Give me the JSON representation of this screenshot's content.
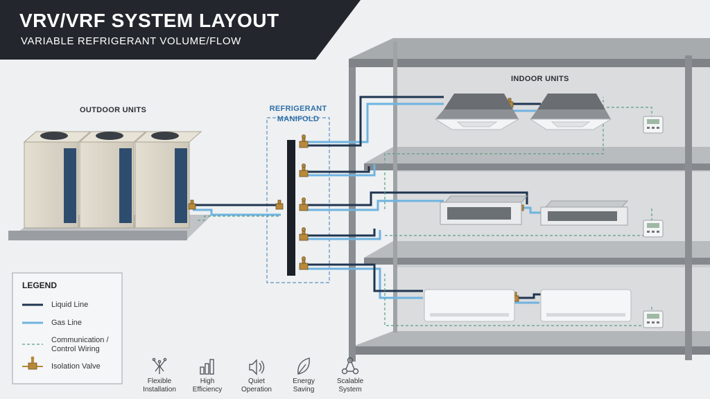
{
  "header": {
    "title": "VRV/VRF SYSTEM LAYOUT",
    "subtitle": "VARIABLE REFRIGERANT VOLUME/FLOW"
  },
  "labels": {
    "outdoor": "OUTDOOR UNITS",
    "manifold_line1": "REFRIGERANT",
    "manifold_line2": "MANIFOLD",
    "indoor": "INDOOR UNITS"
  },
  "legend": {
    "title": "LEGEND",
    "items": [
      {
        "label": "Liquid Line"
      },
      {
        "label": "Gas Line"
      },
      {
        "label_line1": "Communication /",
        "label_line2": "Control Wiring"
      },
      {
        "label": "Isolation Valve"
      }
    ]
  },
  "features": [
    {
      "icon": "branch-icon",
      "line1": "Flexible",
      "line2": "Installation"
    },
    {
      "icon": "bar-chart-icon",
      "line1": "High",
      "line2": "Efficiency"
    },
    {
      "icon": "speaker-icon",
      "line1": "Quiet",
      "line2": "Operation"
    },
    {
      "icon": "leaf-icon",
      "line1": "Energy",
      "line2": "Saving"
    },
    {
      "icon": "network-icon",
      "line1": "Scalable",
      "line2": "System"
    }
  ],
  "colors": {
    "liquid_line": "#1f3550",
    "gas_line": "#6fb3e0",
    "comm_wire": "#5a9e82",
    "valve": "#b8893a",
    "banner": "#23272d"
  }
}
